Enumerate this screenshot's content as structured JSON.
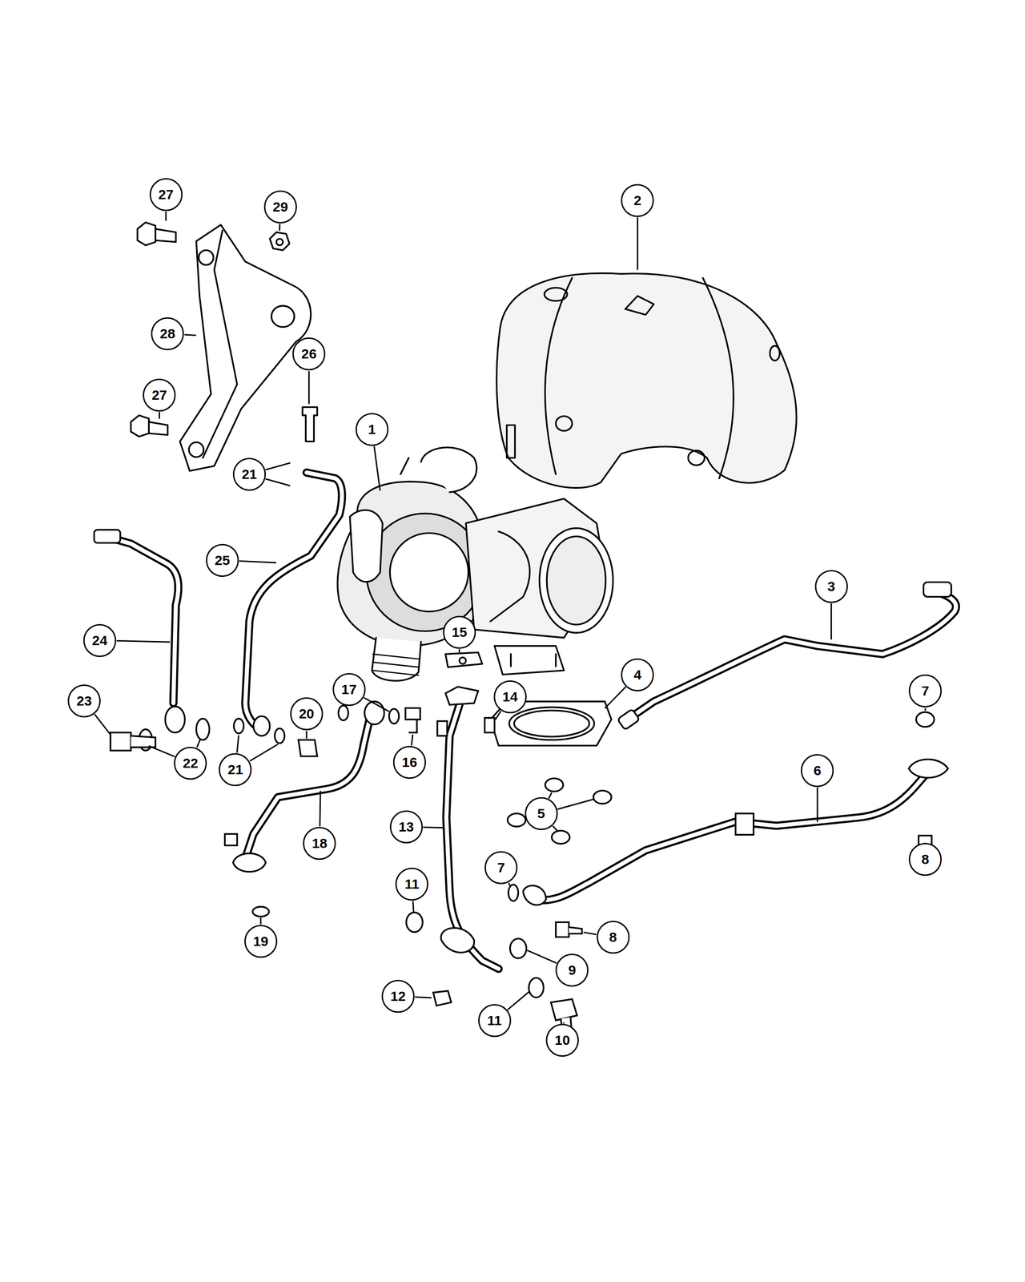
{
  "diagram": {
    "nodes": [
      {
        "text": [
          "2"
        ]
      },
      {
        "text": [
          "27"
        ]
      },
      {
        "text": [
          "29"
        ]
      },
      {
        "text": [
          "28"
        ]
      },
      {
        "text": [
          "26"
        ]
      },
      {
        "text": [
          "27"
        ]
      },
      {
        "text": [
          "1"
        ]
      },
      {
        "text": [
          "21"
        ]
      },
      {
        "text": [
          "25"
        ]
      },
      {
        "text": [
          "3"
        ]
      },
      {
        "text": [
          "15"
        ]
      },
      {
        "text": [
          "24"
        ]
      },
      {
        "text": [
          "4"
        ]
      },
      {
        "text": [
          "17"
        ]
      },
      {
        "text": [
          "7"
        ]
      },
      {
        "text": [
          "14"
        ]
      },
      {
        "text": [
          "23"
        ]
      },
      {
        "text": [
          "20"
        ]
      },
      {
        "text": [
          "16"
        ]
      },
      {
        "text": [
          "22"
        ]
      },
      {
        "text": [
          "21"
        ]
      },
      {
        "text": [
          "6"
        ]
      },
      {
        "text": [
          "5"
        ]
      },
      {
        "text": [
          "13"
        ]
      },
      {
        "text": [
          "18"
        ]
      },
      {
        "text": [
          "8"
        ]
      },
      {
        "text": [
          "7"
        ]
      },
      {
        "text": [
          "11"
        ]
      },
      {
        "text": [
          "8"
        ]
      },
      {
        "text": [
          "19"
        ]
      },
      {
        "text": [
          "9"
        ]
      },
      {
        "text": [
          "12"
        ]
      },
      {
        "text": [
          "11"
        ]
      },
      {
        "text": [
          "10"
        ]
      }
    ]
  }
}
